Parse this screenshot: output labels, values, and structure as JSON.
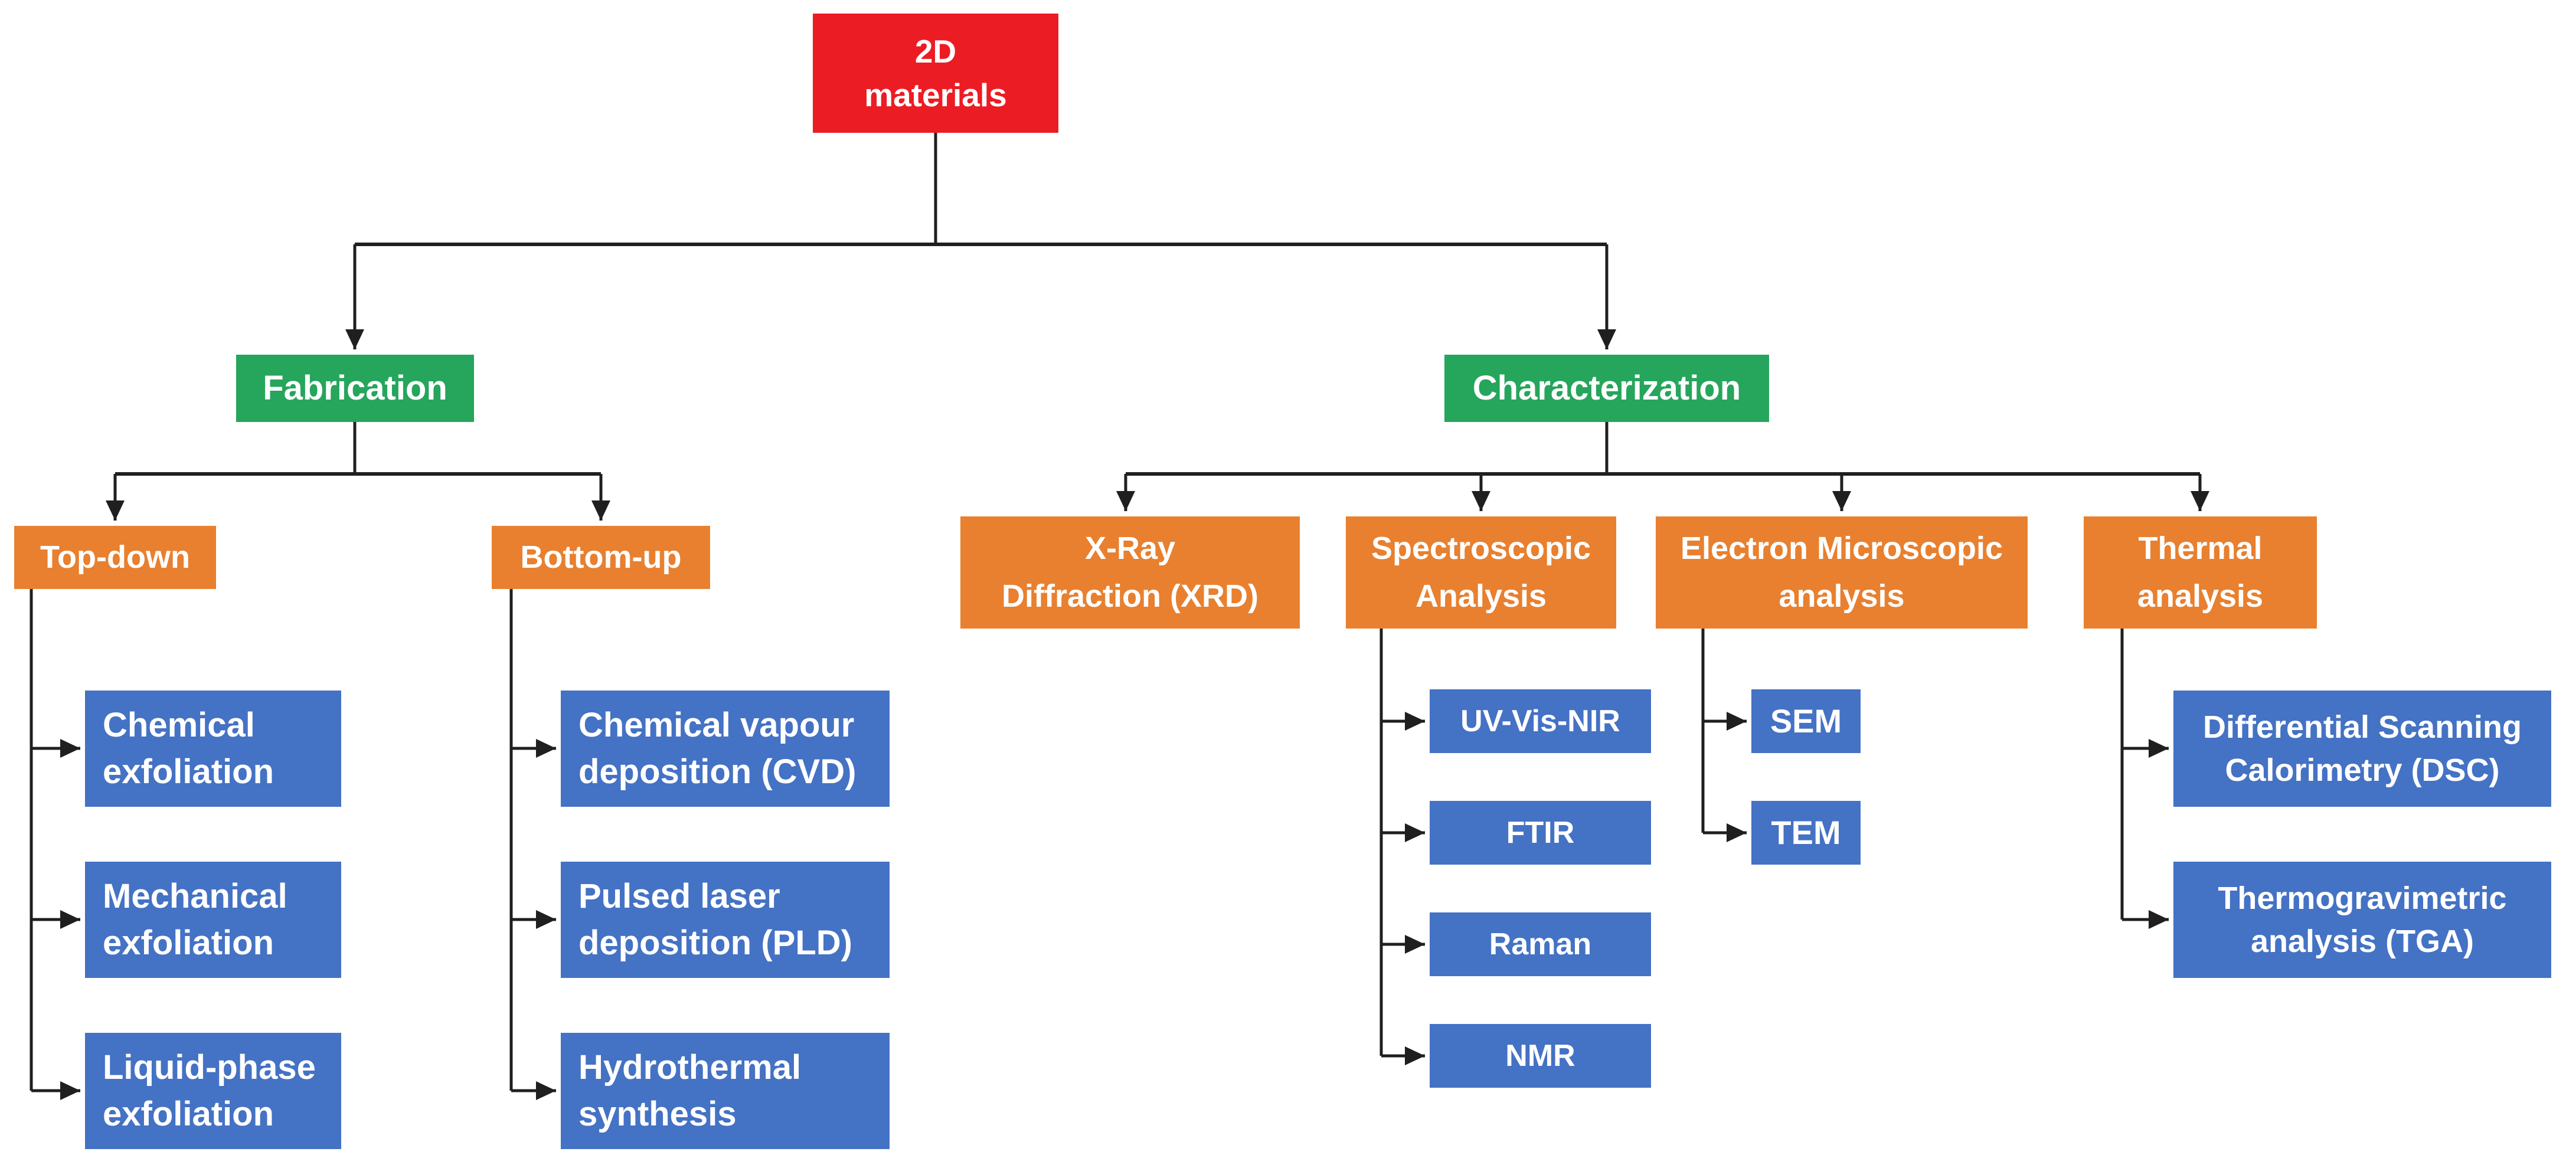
{
  "colors": {
    "node-red": "#EC1C24",
    "node-green": "#26A55C",
    "node-orange": "#E8802F",
    "node-blue": "#4472C4",
    "line": "#1F1F1F",
    "text-color": "#FFFFFF",
    "bg": "#FFFFFF"
  },
  "nodes": {
    "root": {
      "label": "2D\nmaterials"
    },
    "fabrication": {
      "label": "Fabrication"
    },
    "characterization": {
      "label": "Characterization"
    },
    "topdown": {
      "label": "Top-down"
    },
    "bottomup": {
      "label": "Bottom-up"
    },
    "xrd": {
      "label": "X-Ray\nDiffraction (XRD)"
    },
    "spectroscopic": {
      "label": "Spectroscopic\nAnalysis"
    },
    "electron": {
      "label": "Electron Microscopic\nanalysis"
    },
    "thermal": {
      "label": "Thermal\nanalysis"
    },
    "chemexf": {
      "label": "Chemical\nexfoliation"
    },
    "mechexf": {
      "label": "Mechanical\nexfoliation"
    },
    "liquidexf": {
      "label": "Liquid-phase\nexfoliation"
    },
    "cvd": {
      "label": "Chemical vapour\ndeposition (CVD)"
    },
    "pld": {
      "label": "Pulsed laser\ndeposition (PLD)"
    },
    "hydro": {
      "label": "Hydrothermal\nsynthesis"
    },
    "uvvisnir": {
      "label": "UV-Vis-NIR"
    },
    "ftir": {
      "label": "FTIR"
    },
    "raman": {
      "label": "Raman"
    },
    "nmr": {
      "label": "NMR"
    },
    "sem": {
      "label": "SEM"
    },
    "tem": {
      "label": "TEM"
    },
    "dsc": {
      "label": "Differential Scanning\nCalorimetry (DSC)"
    },
    "tga": {
      "label": "Thermogravimetric\nanalysis (TGA)"
    }
  },
  "edges": [
    {
      "from": "root",
      "to": "fabrication"
    },
    {
      "from": "root",
      "to": "characterization"
    },
    {
      "from": "fabrication",
      "to": "topdown"
    },
    {
      "from": "fabrication",
      "to": "bottomup"
    },
    {
      "from": "topdown",
      "to": "chemexf"
    },
    {
      "from": "topdown",
      "to": "mechexf"
    },
    {
      "from": "topdown",
      "to": "liquidexf"
    },
    {
      "from": "bottomup",
      "to": "cvd"
    },
    {
      "from": "bottomup",
      "to": "pld"
    },
    {
      "from": "bottomup",
      "to": "hydro"
    },
    {
      "from": "characterization",
      "to": "xrd"
    },
    {
      "from": "characterization",
      "to": "spectroscopic"
    },
    {
      "from": "characterization",
      "to": "electron"
    },
    {
      "from": "characterization",
      "to": "thermal"
    },
    {
      "from": "spectroscopic",
      "to": "uvvisnir"
    },
    {
      "from": "spectroscopic",
      "to": "ftir"
    },
    {
      "from": "spectroscopic",
      "to": "raman"
    },
    {
      "from": "spectroscopic",
      "to": "nmr"
    },
    {
      "from": "electron",
      "to": "sem"
    },
    {
      "from": "electron",
      "to": "tem"
    },
    {
      "from": "thermal",
      "to": "dsc"
    },
    {
      "from": "thermal",
      "to": "tga"
    }
  ]
}
